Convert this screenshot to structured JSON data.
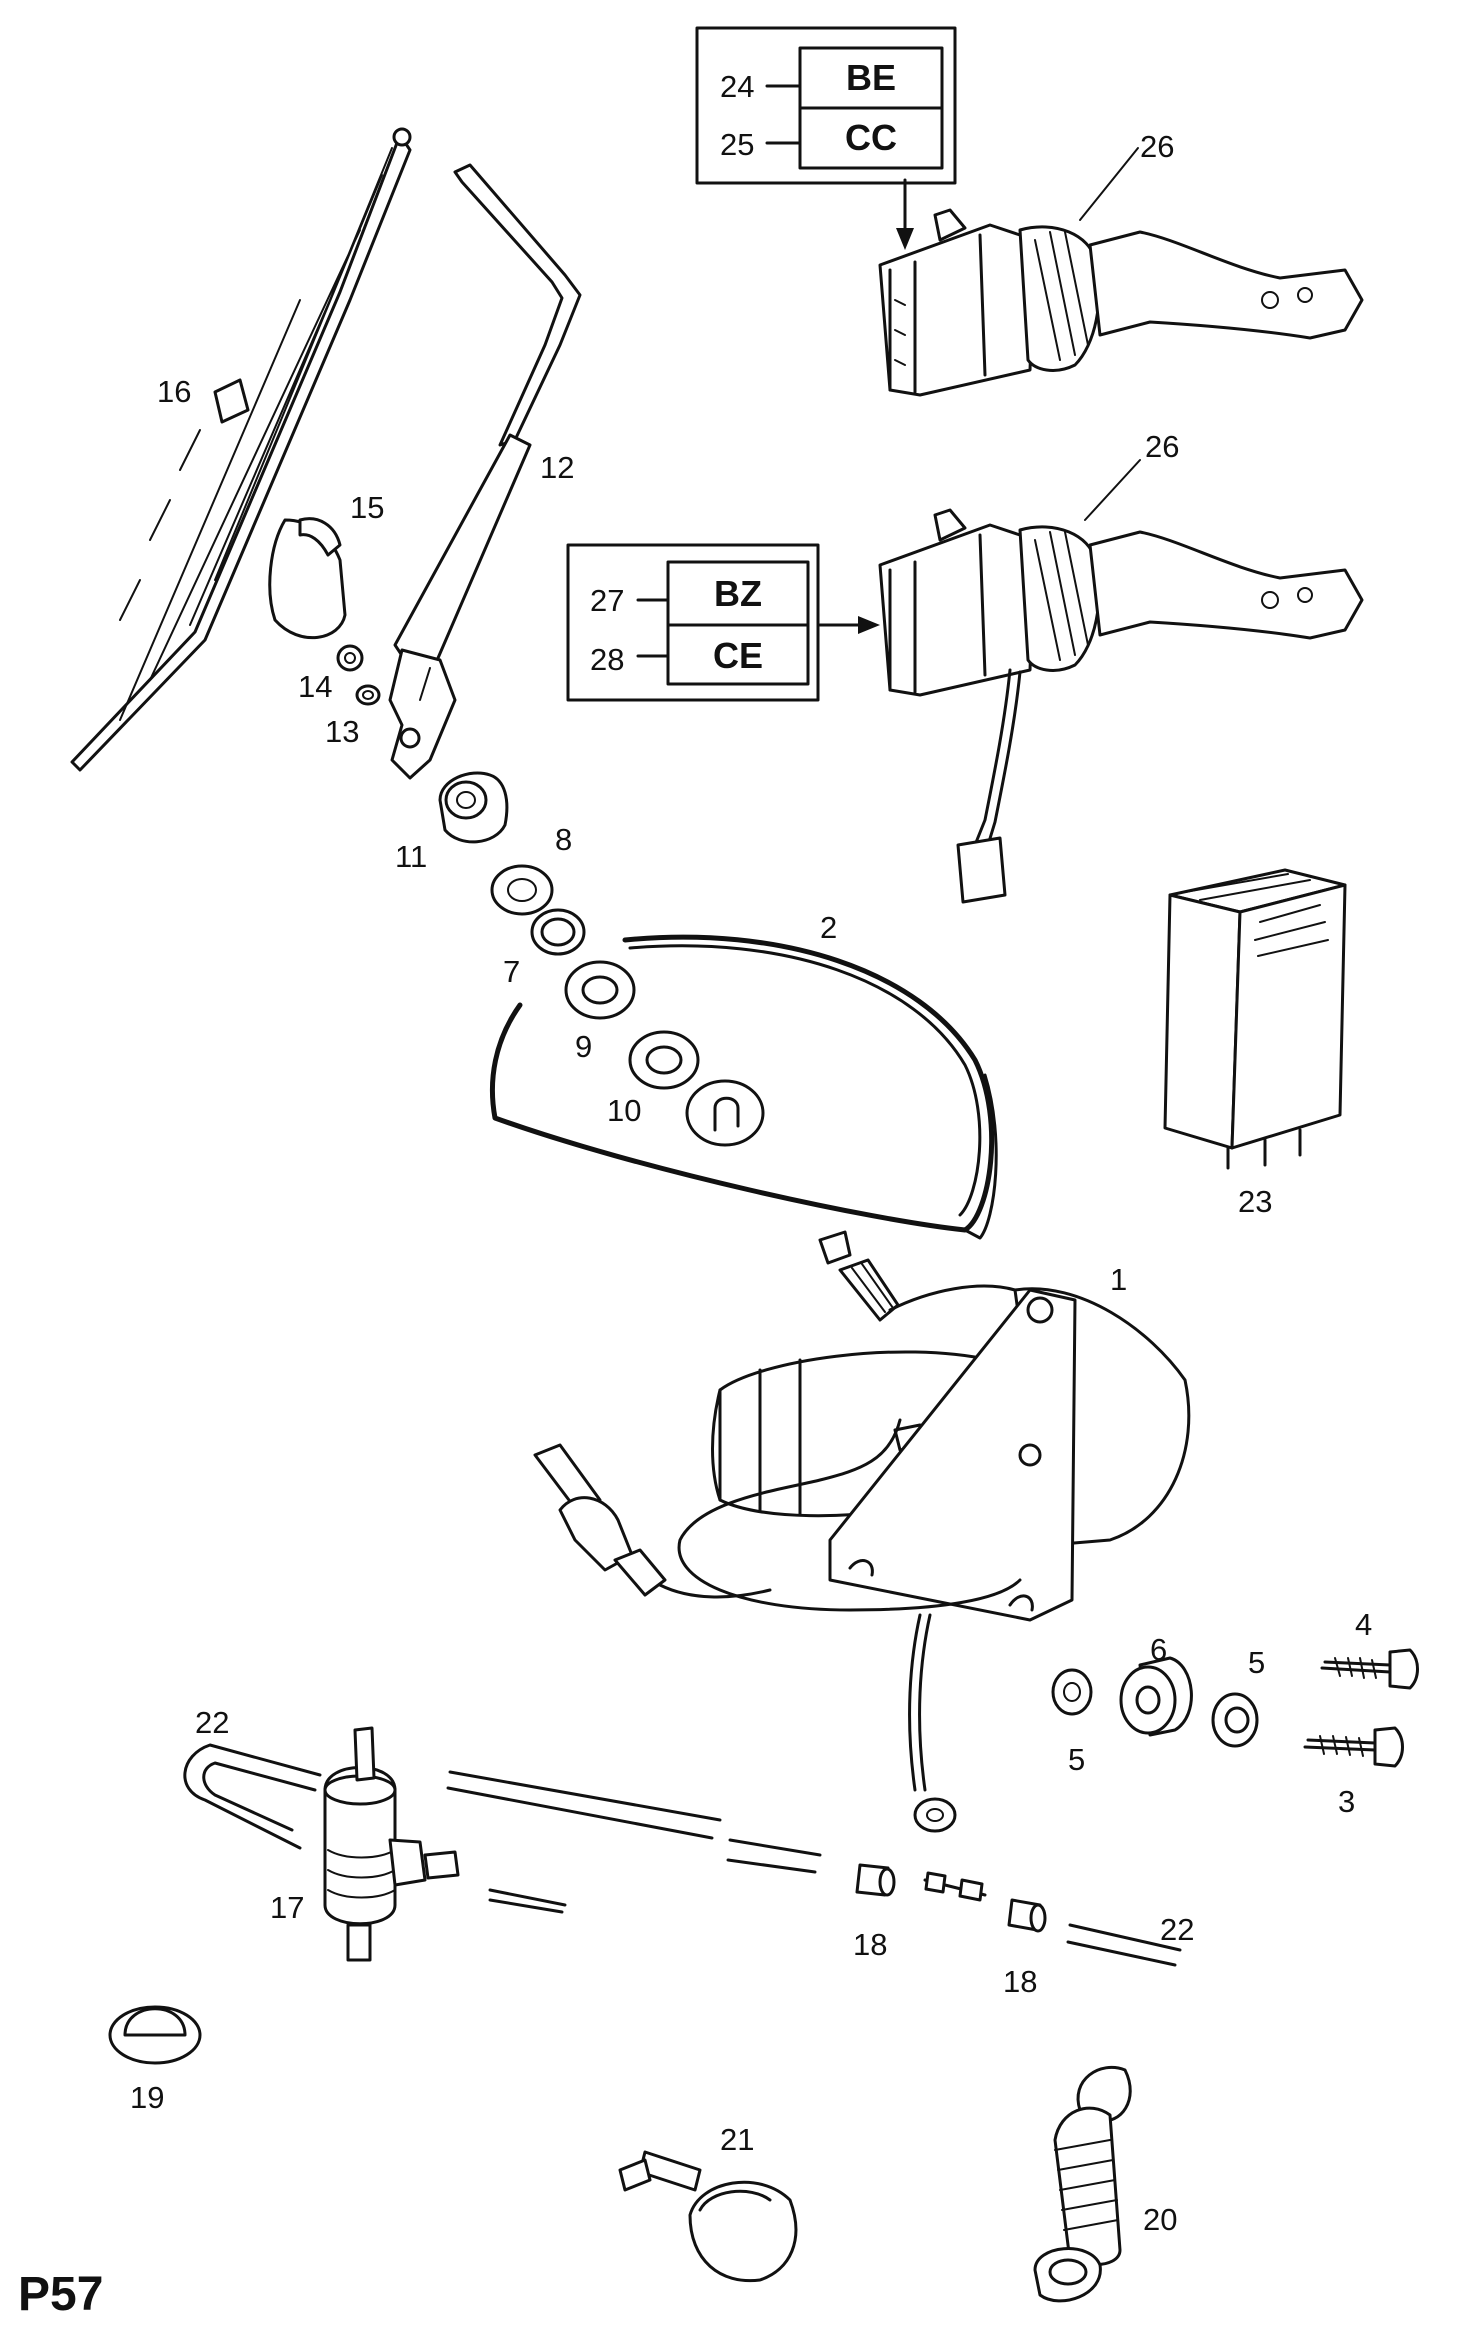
{
  "page_code": "P57",
  "callouts": {
    "c1": "1",
    "c2": "2",
    "c3": "3",
    "c4": "4",
    "c5a": "5",
    "c5b": "5",
    "c6": "6",
    "c7": "7",
    "c8": "8",
    "c9": "9",
    "c10": "10",
    "c11": "11",
    "c12": "12",
    "c13": "13",
    "c14": "14",
    "c15": "15",
    "c16": "16",
    "c17": "17",
    "c18a": "18",
    "c18b": "18",
    "c19": "19",
    "c20": "20",
    "c21": "21",
    "c22a": "22",
    "c22b": "22",
    "c23": "23",
    "c24": "24",
    "c25": "25",
    "c26a": "26",
    "c26b": "26",
    "c27": "27",
    "c28": "28"
  },
  "variant_boxes": {
    "top": {
      "row1": "BE",
      "row2": "CC"
    },
    "bottom": {
      "row1": "BZ",
      "row2": "CE"
    }
  }
}
